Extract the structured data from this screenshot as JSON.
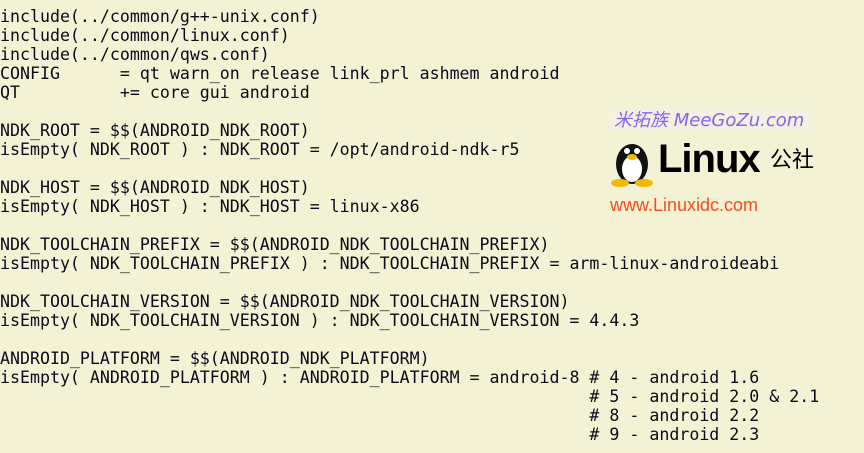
{
  "code_lines": [
    "include(../common/g++-unix.conf)",
    "include(../common/linux.conf)",
    "include(../common/qws.conf)",
    "CONFIG      = qt warn_on release link_prl ashmem android",
    "QT          += core gui android",
    "",
    "NDK_ROOT = $$(ANDROID_NDK_ROOT)",
    "isEmpty( NDK_ROOT ) : NDK_ROOT = /opt/android-ndk-r5",
    "",
    "NDK_HOST = $$(ANDROID_NDK_HOST)",
    "isEmpty( NDK_HOST ) : NDK_HOST = linux-x86",
    "",
    "NDK_TOOLCHAIN_PREFIX = $$(ANDROID_NDK_TOOLCHAIN_PREFIX)",
    "isEmpty( NDK_TOOLCHAIN_PREFIX ) : NDK_TOOLCHAIN_PREFIX = arm-linux-androideabi",
    "",
    "NDK_TOOLCHAIN_VERSION = $$(ANDROID_NDK_TOOLCHAIN_VERSION)",
    "isEmpty( NDK_TOOLCHAIN_VERSION ) : NDK_TOOLCHAIN_VERSION = 4.4.3",
    "",
    "ANDROID_PLATFORM = $$(ANDROID_NDK_PLATFORM)",
    "isEmpty( ANDROID_PLATFORM ) : ANDROID_PLATFORM = android-8 # 4 - android 1.6",
    "                                                           # 5 - android 2.0 & 2.1",
    "                                                           # 8 - android 2.2",
    "                                                           # 9 - android 2.3"
  ],
  "watermark": {
    "top": "米拓族 MeeGoZu.com",
    "brand": "Linux",
    "brand_cn": "公社",
    "url": "www.Linuxidc.com"
  }
}
